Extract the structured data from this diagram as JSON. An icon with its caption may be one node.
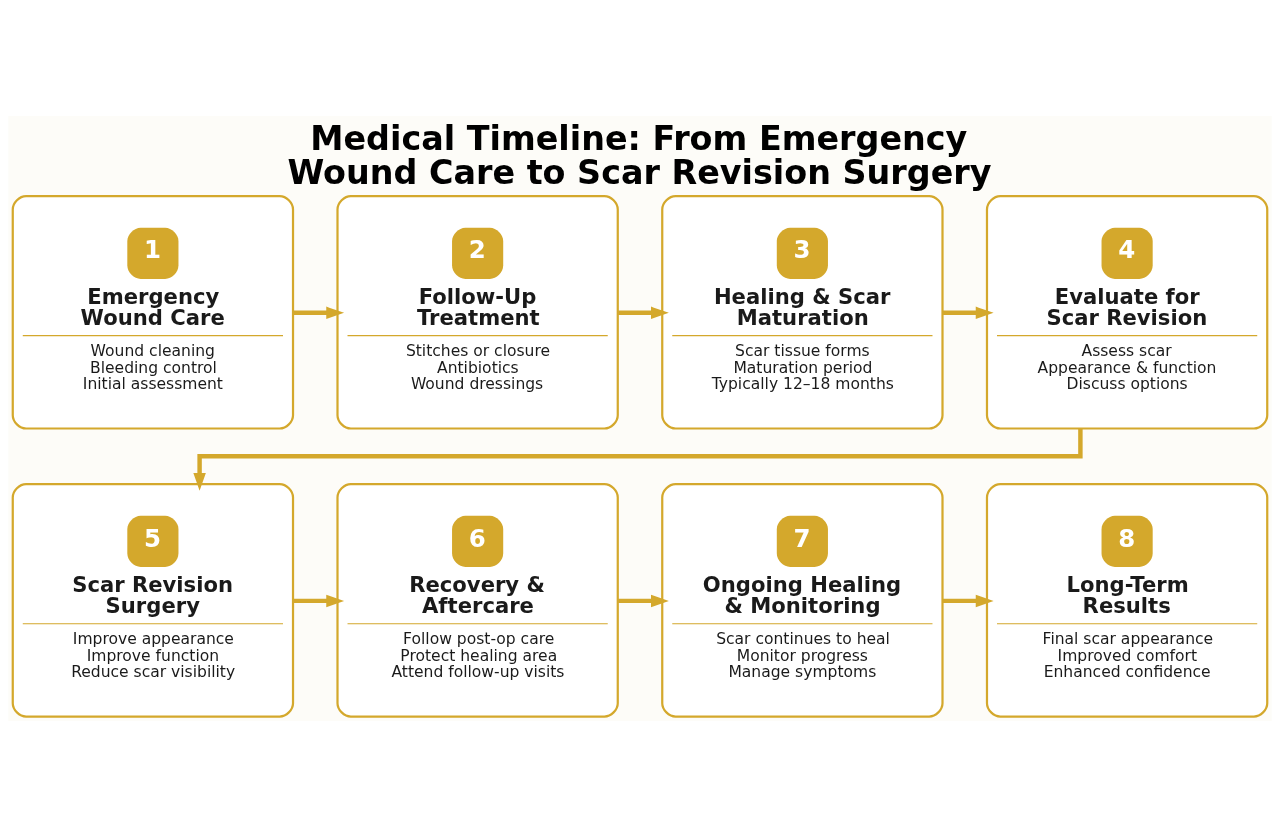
{
  "diagram": {
    "title": "Medical Timeline: From Emergency Wound Care to Scar Revision Surgery",
    "nodes": [
      {
        "text": [
          "1",
          "Emergency Wound Care",
          "Wound cleaning",
          "Bleeding control",
          "Initial assessment"
        ]
      },
      {
        "text": [
          "2",
          "Follow-Up Treatment",
          "Stitches or closure",
          "Antibiotics",
          "Wound dressings"
        ]
      },
      {
        "text": [
          "3",
          "Healing & Scar Maturation",
          "Scar tissue forms",
          "Maturation period",
          "Typically 12–18 months"
        ]
      },
      {
        "text": [
          "4",
          "Evaluate for Scar Revision",
          "Assess scar",
          "Appearance & function",
          "Discuss options"
        ]
      },
      {
        "text": [
          "5",
          "Scar Revision Surgery",
          "Improve appearance",
          "Improve function",
          "Reduce scar visibility"
        ]
      },
      {
        "text": [
          "6",
          "Recovery & Aftercare",
          "Follow post-op care",
          "Protect healing area",
          "Attend follow-up visits"
        ]
      },
      {
        "text": [
          "7",
          "Ongoing Healing & Monitoring",
          "Scar continues to heal",
          "Monitor progress",
          "Manage symptoms"
        ]
      },
      {
        "text": [
          "8",
          "Long-Term Results",
          "Final scar appearance",
          "Improved comfort",
          "Enhanced confidence"
        ]
      }
    ],
    "edges": [
      {
        "from": 0,
        "to": 1,
        "arrow": "to"
      },
      {
        "from": 1,
        "to": 2,
        "arrow": "to"
      },
      {
        "from": 2,
        "to": 3,
        "arrow": "to"
      },
      {
        "from": 3,
        "to": 4,
        "arrow": "to"
      },
      {
        "from": 4,
        "to": 5,
        "arrow": "to"
      },
      {
        "from": 5,
        "to": 6,
        "arrow": "to"
      },
      {
        "from": 6,
        "to": 7,
        "arrow": "to"
      }
    ]
  }
}
